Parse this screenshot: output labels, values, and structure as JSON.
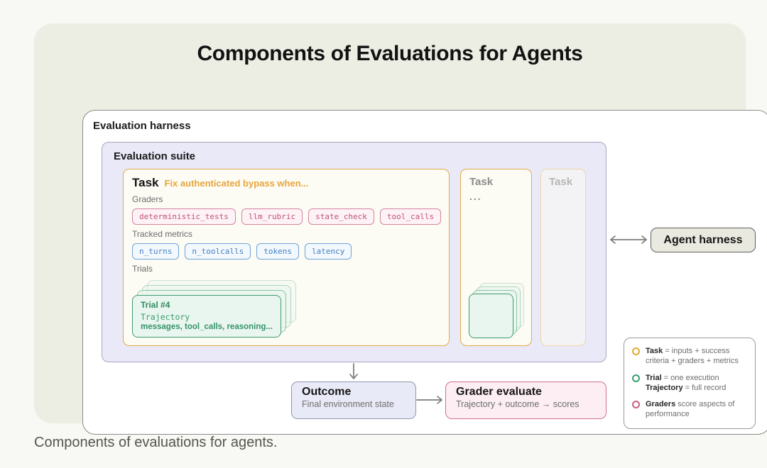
{
  "title": "Components of Evaluations for Agents",
  "caption": "Components of evaluations for agents.",
  "harness": {
    "label": "Evaluation harness"
  },
  "suite": {
    "label": "Evaluation suite"
  },
  "task1": {
    "title": "Task",
    "description": "Fix authenticated bypass when...",
    "graders_label": "Graders",
    "graders": [
      "deterministic_tests",
      "llm_rubric",
      "state_check",
      "tool_calls"
    ],
    "metrics_label": "Tracked metrics",
    "metrics": [
      "n_turns",
      "n_toolcalls",
      "tokens",
      "latency"
    ],
    "trials_label": "Trials",
    "trial": {
      "title": "Trial #4",
      "subtitle": "Trajectory",
      "detail": "messages, tool_calls, reasoning..."
    }
  },
  "task2": {
    "title": "Task",
    "ellipsis": "..."
  },
  "task3": {
    "title": "Task"
  },
  "agent_harness": {
    "label": "Agent harness"
  },
  "outcome": {
    "title": "Outcome",
    "subtitle": "Final environment state"
  },
  "grader_evaluate": {
    "title": "Grader evaluate",
    "subtitle": "Trajectory + outcome → scores"
  },
  "legend": {
    "items": [
      {
        "ring": "#E5A832",
        "segments": [
          {
            "b": "Task"
          },
          {
            "t": " = inputs + success criteria + graders + metrics"
          }
        ]
      },
      {
        "ring": "#38A173",
        "segments": [
          {
            "b": "Trial"
          },
          {
            "t": " = one execution"
          },
          {
            "br": true
          },
          {
            "b": "Trajectory"
          },
          {
            "t": " = full record"
          }
        ]
      },
      {
        "ring": "#C75F85",
        "segments": [
          {
            "b": "Graders"
          },
          {
            "t": " score aspects of performance"
          }
        ]
      }
    ]
  },
  "colors": {
    "page_bg": "#F8F8F4",
    "card_bg": "#ECEDE3",
    "suite_bg": "#E9E9F8",
    "task_border": "#E3AC49",
    "grader_pill": "#C2527A",
    "metric_pill": "#4580C2",
    "trial_green": "#3E9B70",
    "outcome_bg": "#E9EAF7",
    "grader_box_bg": "#FCEEF2"
  }
}
